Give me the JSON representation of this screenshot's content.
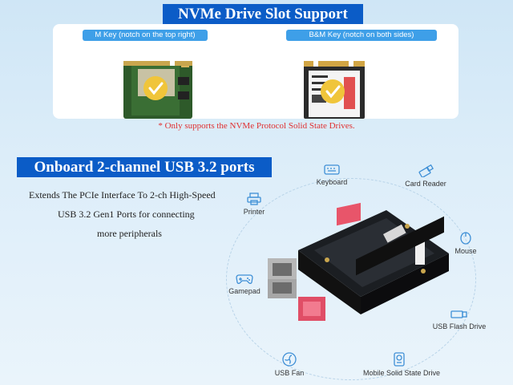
{
  "nvme": {
    "title": "NVMe Drive Slot Support",
    "m_key_label": "M Key (notch on the top right)",
    "bm_key_label": "B&M Key (notch on both sides)",
    "note": "* Only supports the NVMe Protocol Solid State Drives."
  },
  "usb": {
    "title": "Onboard 2-channel USB 3.2 ports",
    "description": [
      "Extends The PCIe Interface To 2-ch High-Speed",
      "USB 3.2 Gen1 Ports for connecting",
      "more peripherals"
    ],
    "peripherals": {
      "keyboard": "Keyboard",
      "card_reader": "Card Reader",
      "printer": "Printer",
      "mouse": "Mouse",
      "gamepad": "Gamepad",
      "usb_flash_drive": "USB Flash Drive",
      "usb_fan": "USB Fan",
      "mobile_ssd": "Mobile Solid State Drive"
    }
  },
  "colors": {
    "banner": "#0b5cc7",
    "pill": "#3e9fe8",
    "note": "#e03030",
    "pcb": "#1b1e22"
  }
}
